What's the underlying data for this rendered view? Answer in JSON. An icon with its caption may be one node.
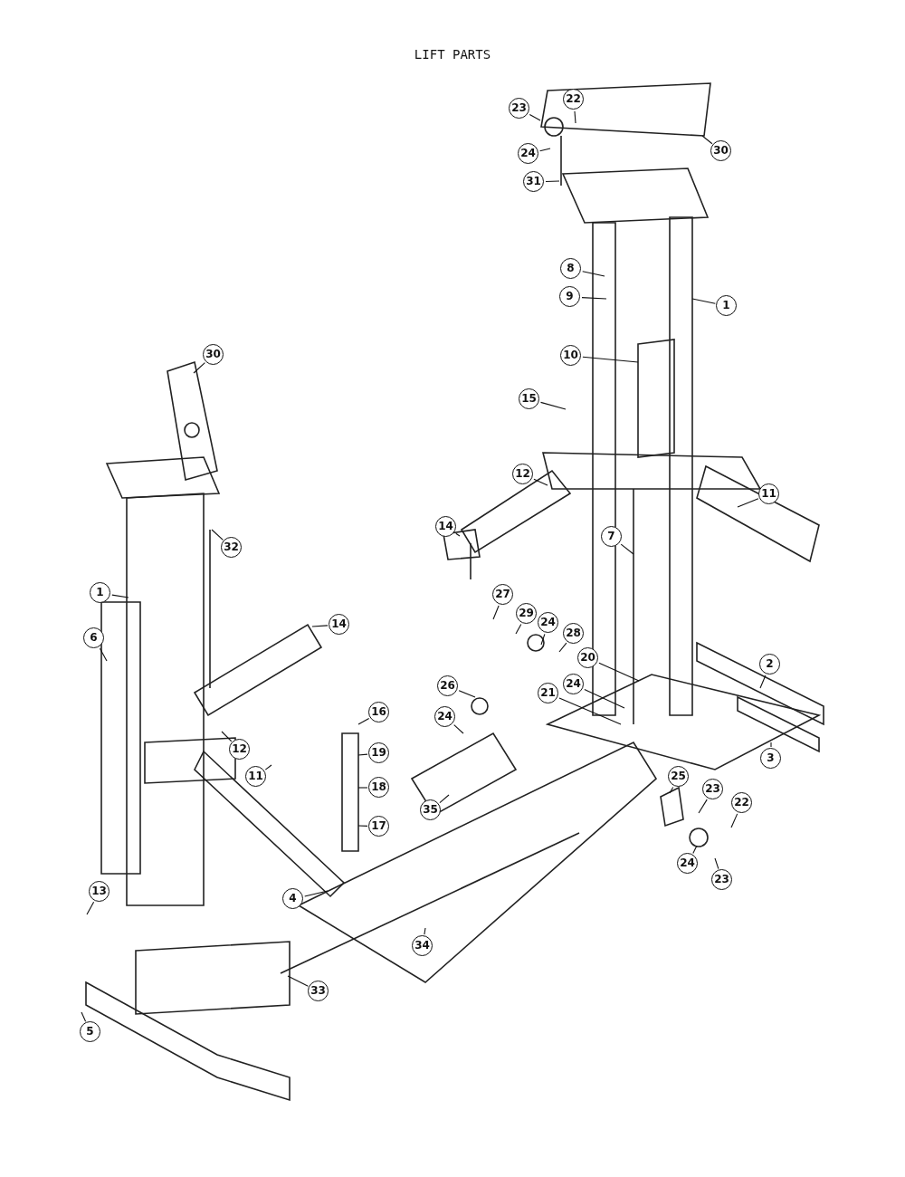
{
  "diagram": {
    "title": "LIFT PARTS",
    "nodes": [
      {
        "text": [
          "23"
        ]
      },
      {
        "text": [
          "22"
        ]
      },
      {
        "text": [
          "24"
        ]
      },
      {
        "text": [
          "30"
        ]
      },
      {
        "text": [
          "31"
        ]
      },
      {
        "text": [
          "8"
        ]
      },
      {
        "text": [
          "9"
        ]
      },
      {
        "text": [
          "1"
        ]
      },
      {
        "text": [
          "10"
        ]
      },
      {
        "text": [
          "15"
        ]
      },
      {
        "text": [
          "30"
        ]
      },
      {
        "text": [
          "12"
        ]
      },
      {
        "text": [
          "11"
        ]
      },
      {
        "text": [
          "14"
        ]
      },
      {
        "text": [
          "7"
        ]
      },
      {
        "text": [
          "32"
        ]
      },
      {
        "text": [
          "1"
        ]
      },
      {
        "text": [
          "27"
        ]
      },
      {
        "text": [
          "29"
        ]
      },
      {
        "text": [
          "14"
        ]
      },
      {
        "text": [
          "24"
        ]
      },
      {
        "text": [
          "28"
        ]
      },
      {
        "text": [
          "6"
        ]
      },
      {
        "text": [
          "20"
        ]
      },
      {
        "text": [
          "2"
        ]
      },
      {
        "text": [
          "24"
        ]
      },
      {
        "text": [
          "26"
        ]
      },
      {
        "text": [
          "21"
        ]
      },
      {
        "text": [
          "24"
        ]
      },
      {
        "text": [
          "16"
        ]
      },
      {
        "text": [
          "12"
        ]
      },
      {
        "text": [
          "19"
        ]
      },
      {
        "text": [
          "3"
        ]
      },
      {
        "text": [
          "11"
        ]
      },
      {
        "text": [
          "25"
        ]
      },
      {
        "text": [
          "18"
        ]
      },
      {
        "text": [
          "23"
        ]
      },
      {
        "text": [
          "22"
        ]
      },
      {
        "text": [
          "35"
        ]
      },
      {
        "text": [
          "17"
        ]
      },
      {
        "text": [
          "24"
        ]
      },
      {
        "text": [
          "23"
        ]
      },
      {
        "text": [
          "4"
        ]
      },
      {
        "text": [
          "13"
        ]
      },
      {
        "text": [
          "34"
        ]
      },
      {
        "text": [
          "33"
        ]
      },
      {
        "text": [
          "5"
        ]
      }
    ],
    "edges": [
      {
        "from": 0,
        "to": null,
        "arrow": "none"
      },
      {
        "from": 1,
        "to": null,
        "arrow": "none"
      },
      {
        "from": 2,
        "to": null,
        "arrow": "none"
      },
      {
        "from": 3,
        "to": null,
        "arrow": "none"
      },
      {
        "from": 4,
        "to": null,
        "arrow": "none"
      },
      {
        "from": 5,
        "to": null,
        "arrow": "none"
      },
      {
        "from": 6,
        "to": null,
        "arrow": "none"
      },
      {
        "from": 7,
        "to": null,
        "arrow": "none"
      },
      {
        "from": 8,
        "to": null,
        "arrow": "none"
      },
      {
        "from": 9,
        "to": null,
        "arrow": "none"
      },
      {
        "from": 10,
        "to": null,
        "arrow": "none"
      },
      {
        "from": 11,
        "to": null,
        "arrow": "none"
      },
      {
        "from": 12,
        "to": null,
        "arrow": "none"
      },
      {
        "from": 13,
        "to": null,
        "arrow": "none"
      },
      {
        "from": 14,
        "to": null,
        "arrow": "none"
      },
      {
        "from": 15,
        "to": null,
        "arrow": "none"
      },
      {
        "from": 16,
        "to": null,
        "arrow": "none"
      },
      {
        "from": 17,
        "to": null,
        "arrow": "none"
      },
      {
        "from": 18,
        "to": null,
        "arrow": "none"
      },
      {
        "from": 19,
        "to": null,
        "arrow": "none"
      },
      {
        "from": 20,
        "to": null,
        "arrow": "none"
      },
      {
        "from": 21,
        "to": null,
        "arrow": "none"
      },
      {
        "from": 22,
        "to": null,
        "arrow": "none"
      },
      {
        "from": 23,
        "to": null,
        "arrow": "none"
      },
      {
        "from": 24,
        "to": null,
        "arrow": "none"
      },
      {
        "from": 25,
        "to": null,
        "arrow": "none"
      },
      {
        "from": 26,
        "to": null,
        "arrow": "none"
      },
      {
        "from": 27,
        "to": null,
        "arrow": "none"
      },
      {
        "from": 28,
        "to": null,
        "arrow": "none"
      },
      {
        "from": 29,
        "to": null,
        "arrow": "none"
      },
      {
        "from": 30,
        "to": null,
        "arrow": "none"
      },
      {
        "from": 31,
        "to": null,
        "arrow": "none"
      },
      {
        "from": 32,
        "to": null,
        "arrow": "none"
      },
      {
        "from": 33,
        "to": null,
        "arrow": "none"
      },
      {
        "from": 34,
        "to": null,
        "arrow": "none"
      },
      {
        "from": 35,
        "to": null,
        "arrow": "none"
      },
      {
        "from": 36,
        "to": null,
        "arrow": "none"
      },
      {
        "from": 37,
        "to": null,
        "arrow": "none"
      },
      {
        "from": 38,
        "to": null,
        "arrow": "none"
      },
      {
        "from": 39,
        "to": null,
        "arrow": "none"
      },
      {
        "from": 40,
        "to": null,
        "arrow": "none"
      },
      {
        "from": 41,
        "to": null,
        "arrow": "none"
      },
      {
        "from": 42,
        "to": null,
        "arrow": "none"
      },
      {
        "from": 43,
        "to": null,
        "arrow": "none"
      },
      {
        "from": 44,
        "to": null,
        "arrow": "none"
      },
      {
        "from": 45,
        "to": null,
        "arrow": "none"
      },
      {
        "from": 46,
        "to": null,
        "arrow": "none"
      }
    ]
  }
}
